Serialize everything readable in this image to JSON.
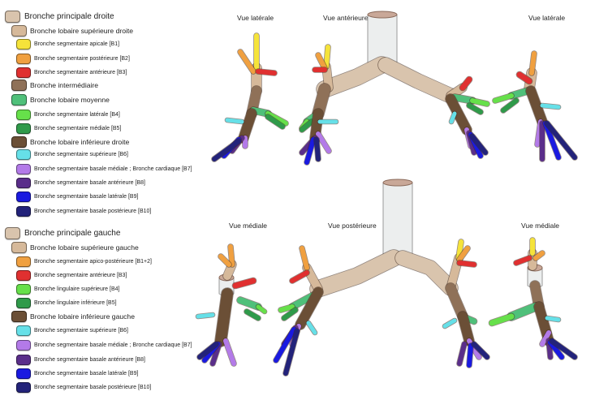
{
  "colors": {
    "principale": "#d9c4ad",
    "lobaire_sup": "#d6b99a",
    "intermediaire": "#8f7158",
    "inferieure": "#6b4f36",
    "b1": "#f5e33a",
    "b2": "#f0a040",
    "b3": "#e03030",
    "b4": "#66e04a",
    "b5": "#2f9a4a",
    "b6": "#66e0e8",
    "b7": "#b37ae8",
    "b8": "#5a2e8a",
    "b9": "#1a1ae0",
    "b10": "#23237a",
    "lobaire_moyenne": "#4fc07a",
    "trachea": "#eceeee"
  },
  "legend_droite": [
    {
      "label": "Bronche principale droite",
      "color": "#d9c4ad",
      "level": 0
    },
    {
      "label": "Bronche lobaire supérieure droite",
      "color": "#d6b99a",
      "level": 1
    },
    {
      "label": "Bronche segmentaire apicale [B1]",
      "color": "#f5e33a",
      "level": 2
    },
    {
      "label": "Bronche segmentaire postérieure [B2]",
      "color": "#f0a040",
      "level": 2
    },
    {
      "label": "Bronche segmentaire antérieure [B3]",
      "color": "#e03030",
      "level": 2
    },
    {
      "label": "Bronche intermédiaire",
      "color": "#8f7158",
      "level": 1
    },
    {
      "label": "Bronche lobaire moyenne",
      "color": "#4fc07a",
      "level": 1
    },
    {
      "label": "Bronche segmentaire latérale [B4]",
      "color": "#66e04a",
      "level": 2
    },
    {
      "label": "Bronche segmentaire médiale [B5]",
      "color": "#2f9a4a",
      "level": 2
    },
    {
      "label": "Bronche lobaire inférieure droite",
      "color": "#6b4f36",
      "level": 1
    },
    {
      "label": "Bronche segmentaire supérieure [B6]",
      "color": "#66e0e8",
      "level": 2
    },
    {
      "label": "Bronche segmentaire basale médiale ; Bronche cardiaque [B7]",
      "color": "#b37ae8",
      "level": 2
    },
    {
      "label": "Bronche segmentaire basale antérieure [B8]",
      "color": "#5a2e8a",
      "level": 2
    },
    {
      "label": "Bronche segmentaire basale latérale [B9]",
      "color": "#1a1ae0",
      "level": 2
    },
    {
      "label": "Bronche segmentaire basale postérieure [B10]",
      "color": "#23237a",
      "level": 2
    }
  ],
  "legend_gauche": [
    {
      "label": "Bronche principale gauche",
      "color": "#d9c4ad",
      "level": 0
    },
    {
      "label": "Bronche lobaire supérieure gauche",
      "color": "#d6b99a",
      "level": 1
    },
    {
      "label": "Bronche segmentaire apico-postérieure [B1+2]",
      "color": "#f0a040",
      "level": 2
    },
    {
      "label": "Bronche segmentaire antérieure [B3]",
      "color": "#e03030",
      "level": 2
    },
    {
      "label": "Bronche lingulaire supérieure [B4]",
      "color": "#66e04a",
      "level": 2
    },
    {
      "label": "Bronche lingulaire inférieure [B5]",
      "color": "#2f9a4a",
      "level": 2
    },
    {
      "label": "Bronche lobaire inférieure gauche",
      "color": "#6b4f36",
      "level": 1
    },
    {
      "label": "Bronche segmentaire supérieure [B6]",
      "color": "#66e0e8",
      "level": 2
    },
    {
      "label": "Bronche segmentaire basale médiale ; Bronche cardiaque [B7]",
      "color": "#b37ae8",
      "level": 2
    },
    {
      "label": "Bronche segmentaire basale antérieure [B8]",
      "color": "#5a2e8a",
      "level": 2
    },
    {
      "label": "Bronche segmentaire basale latérale [B9]",
      "color": "#1a1ae0",
      "level": 2
    },
    {
      "label": "Bronche segmentaire basale postérieure [B10]",
      "color": "#23237a",
      "level": 2
    }
  ],
  "views": {
    "top_left": "Vue latérale",
    "top_center": "Vue antérieure",
    "top_right": "Vue latérale",
    "bottom_left": "Vue médiale",
    "bottom_center": "Vue postérieure",
    "bottom_right": "Vue médiale"
  }
}
